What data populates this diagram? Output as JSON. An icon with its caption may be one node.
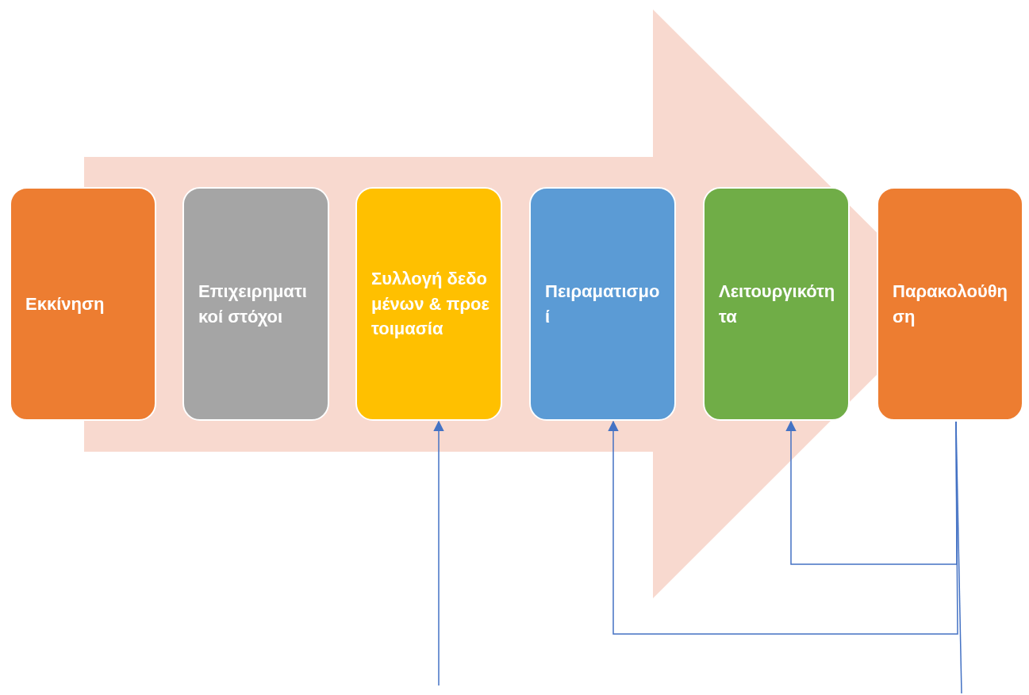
{
  "diagram": {
    "nodes": [
      {
        "text": [
          "Εκκίνηση"
        ]
      },
      {
        "text": [
          "Επιχειρηματικοί στόχοι"
        ]
      },
      {
        "text": [
          "Συλλογή δεδομένων & προετοιμασία"
        ]
      },
      {
        "text": [
          "Πειραματισμοί"
        ]
      },
      {
        "text": [
          "Λειτουργικότητα"
        ]
      },
      {
        "text": [
          "Παρακολούθηση"
        ]
      }
    ],
    "edges": [
      {
        "from": 5,
        "to": 4,
        "arrow": "to"
      },
      {
        "from": 5,
        "to": 3,
        "arrow": "to"
      },
      {
        "from": null,
        "to": 2,
        "arrow": "to"
      },
      {
        "from": 5,
        "to": null,
        "arrow": "none"
      },
      {
        "from": 0,
        "to": 5,
        "arrow": "to",
        "style": "thick",
        "color": "#f8d9cf"
      }
    ]
  }
}
